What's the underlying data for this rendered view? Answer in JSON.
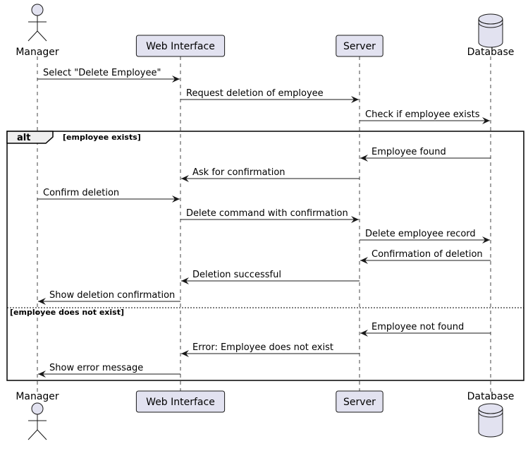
{
  "participants": [
    {
      "id": "manager",
      "label": "Manager",
      "kind": "actor"
    },
    {
      "id": "web",
      "label": "Web Interface",
      "kind": "participant"
    },
    {
      "id": "server",
      "label": "Server",
      "kind": "participant"
    },
    {
      "id": "db",
      "label": "Database",
      "kind": "database"
    }
  ],
  "messages": [
    {
      "from": "manager",
      "to": "web",
      "text": "Select \"Delete Employee\""
    },
    {
      "from": "web",
      "to": "server",
      "text": "Request deletion of employee"
    },
    {
      "from": "server",
      "to": "db",
      "text": "Check if employee exists"
    },
    {
      "from": "db",
      "to": "server",
      "text": "Employee found"
    },
    {
      "from": "server",
      "to": "web",
      "text": "Ask for confirmation"
    },
    {
      "from": "manager",
      "to": "web",
      "text": "Confirm deletion"
    },
    {
      "from": "web",
      "to": "server",
      "text": "Delete command with confirmation"
    },
    {
      "from": "server",
      "to": "db",
      "text": "Delete employee record"
    },
    {
      "from": "db",
      "to": "server",
      "text": "Confirmation of deletion"
    },
    {
      "from": "server",
      "to": "web",
      "text": "Deletion successful"
    },
    {
      "from": "web",
      "to": "manager",
      "text": "Show deletion confirmation"
    },
    {
      "from": "db",
      "to": "server",
      "text": "Employee not found"
    },
    {
      "from": "server",
      "to": "web",
      "text": "Error: Employee does not exist"
    },
    {
      "from": "web",
      "to": "manager",
      "text": "Show error message"
    }
  ],
  "alt_frame": {
    "keyword": "alt",
    "conditions": [
      "[employee exists]",
      "[employee does not exist]"
    ]
  },
  "colors": {
    "participant_fill": "#e2e2f0",
    "participant_border": "#181818",
    "line": "#181818",
    "lifeline": "#181818"
  }
}
